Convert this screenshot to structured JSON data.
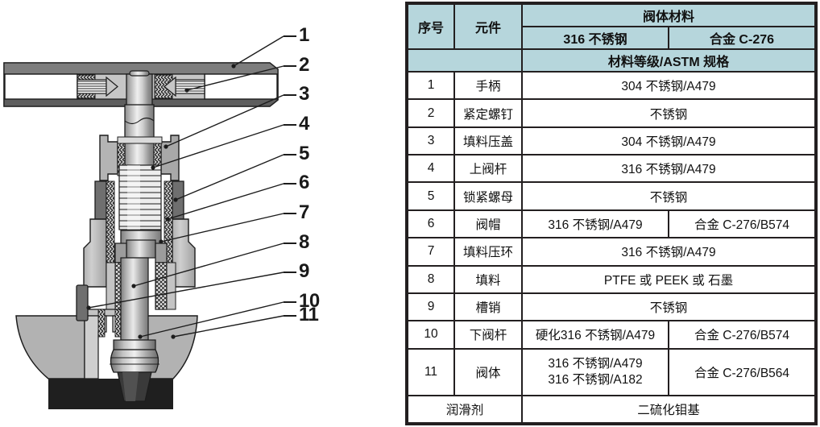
{
  "figure": {
    "name": "needle-valve-cutaway",
    "callouts": [
      {
        "id": "1",
        "label": "1"
      },
      {
        "id": "2",
        "label": "2"
      },
      {
        "id": "3",
        "label": "3"
      },
      {
        "id": "4",
        "label": "4"
      },
      {
        "id": "5",
        "label": "5"
      },
      {
        "id": "6",
        "label": "6"
      },
      {
        "id": "7",
        "label": "7"
      },
      {
        "id": "8",
        "label": "8"
      },
      {
        "id": "9",
        "label": "9"
      },
      {
        "id": "10",
        "label": "10"
      },
      {
        "id": "11",
        "label": "11"
      }
    ]
  },
  "table": {
    "header": {
      "col_no": "序号",
      "col_part": "元件",
      "group_title": "阀体材料",
      "mat_316": "316 不锈钢",
      "mat_alloy": "合金 C-276",
      "spec_row": "材料等级/ASTM 规格"
    },
    "rows": [
      {
        "no": "1",
        "part": "手柄",
        "mat316": "304 不锈钢/A479",
        "alloy": "",
        "span": true
      },
      {
        "no": "2",
        "part": "紧定螺钉",
        "mat316": "不锈钢",
        "alloy": "",
        "span": true
      },
      {
        "no": "3",
        "part": "填料压盖",
        "mat316": "304 不锈钢/A479",
        "alloy": "",
        "span": true
      },
      {
        "no": "4",
        "part": "上阀杆",
        "mat316": "316 不锈钢/A479",
        "alloy": "",
        "span": true
      },
      {
        "no": "5",
        "part": "锁紧螺母",
        "mat316": "不锈钢",
        "alloy": "",
        "span": true
      },
      {
        "no": "6",
        "part": "阀帽",
        "mat316": "316 不锈钢/A479",
        "alloy": "合金 C-276/B574",
        "span": false
      },
      {
        "no": "7",
        "part": "填料压环",
        "mat316": "316 不锈钢/A479",
        "alloy": "",
        "span": true
      },
      {
        "no": "8",
        "part": "填料",
        "mat316": "PTFE 或 PEEK 或 石墨",
        "alloy": "",
        "span": true
      },
      {
        "no": "9",
        "part": "槽销",
        "mat316": "不锈钢",
        "alloy": "",
        "span": true
      },
      {
        "no": "10",
        "part": "下阀杆",
        "mat316": "硬化316 不锈钢/A479",
        "alloy": "合金 C-276/B574",
        "span": false
      }
    ],
    "row11": {
      "no": "11",
      "part": "阀体",
      "mat316_line1": "316 不锈钢/A479",
      "mat316_line2": "316 不锈钢/A182",
      "alloy": "合金 C-276/B564"
    },
    "footer": {
      "label": "润滑剂",
      "value": "二硫化钼基"
    }
  },
  "colors": {
    "header_fill": "#b6d6dc",
    "border": "#231f20",
    "metal_dark": "#6e6e6e",
    "metal_mid": "#9a9a9a",
    "metal_light": "#c9c9c9",
    "metal_pale": "#dcdcdc"
  }
}
